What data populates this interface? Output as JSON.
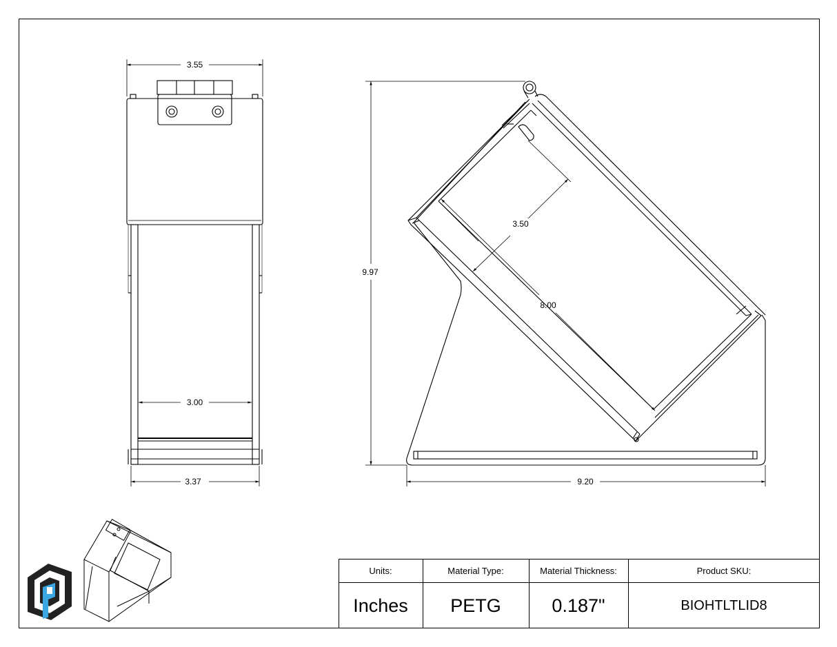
{
  "dimensions": {
    "front_top_width": "3.55",
    "front_inner_width": "3.00",
    "front_bottom_width": "3.37",
    "side_height": "9.97",
    "side_depth": "3.50",
    "side_length": "8.00",
    "side_base_width": "9.20"
  },
  "title_block": {
    "units_label": "Units:",
    "units_value": "Inches",
    "material_label": "Material Type:",
    "material_value": "PETG",
    "thickness_label": "Material Thickness:",
    "thickness_value": "0.187\"",
    "sku_label": "Product SKU:",
    "sku_value": "BIOHTLTLID8"
  },
  "colors": {
    "line": "#000000",
    "background": "#ffffff",
    "logo_blue": "#3ba7e0",
    "logo_dark": "#222222"
  }
}
